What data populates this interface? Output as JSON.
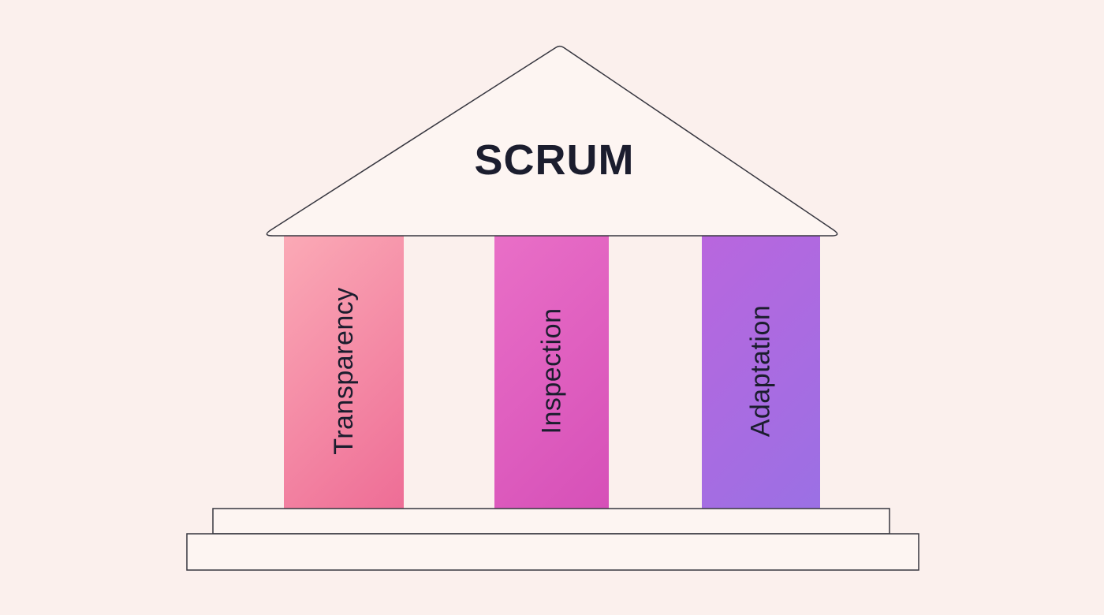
{
  "diagram": {
    "title": "SCRUM",
    "pillars": [
      {
        "label": "Transparency",
        "gradient_start": "#FBAAB6",
        "gradient_end": "#EE6D96"
      },
      {
        "label": "Inspection",
        "gradient_start": "#E96FC7",
        "gradient_end": "#D650B8"
      },
      {
        "label": "Adaptation",
        "gradient_start": "#B966DE",
        "gradient_end": "#9B70E4"
      }
    ],
    "colors": {
      "background": "#FBF0ED",
      "structure_fill": "#FDF5F2",
      "outline": "#36363F",
      "text": "#1B1D2E"
    }
  }
}
